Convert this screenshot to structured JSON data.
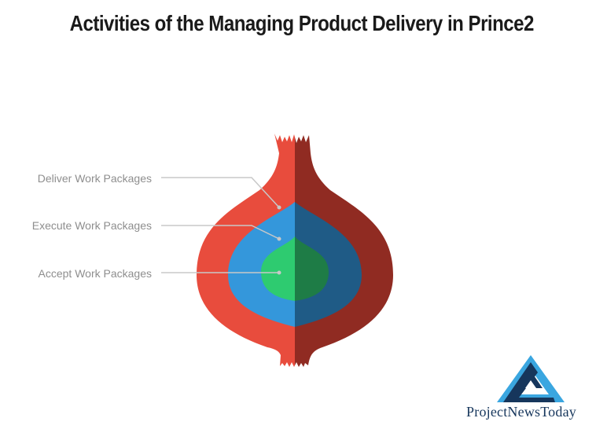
{
  "title": "Activities of the Managing Product Delivery in Prince2",
  "layers": [
    {
      "label": "Deliver Work Packages"
    },
    {
      "label": "Execute Work Packages"
    },
    {
      "label": "Accept Work Packages"
    }
  ],
  "colors": {
    "outer_left": "#e84c3d",
    "outer_right": "#902b22",
    "middle_left": "#3497db",
    "middle_right": "#1f5b86",
    "inner_left": "#2ecb70",
    "inner_right": "#1e7c46",
    "connector": "#c8c8c8",
    "label_text": "#8e8e8e",
    "logo_light": "#3aa6e0",
    "logo_dark": "#16365c"
  },
  "logo": {
    "text": "ProjectNewsToday",
    "icon": "triangle-logo-icon"
  }
}
